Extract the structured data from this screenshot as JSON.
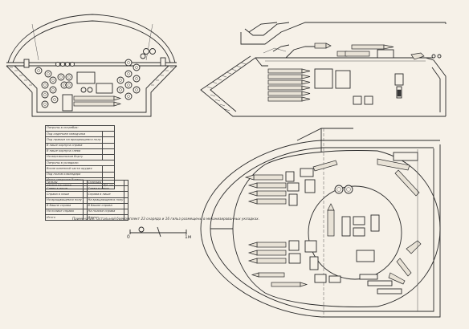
{
  "table_top": {
    "section1": "Патроны в погребах:",
    "rows1": [
      {
        "label": "Под сиденьем наводчика",
        "n": ""
      },
      {
        "label": "Под правым на вращающемся полу",
        "n": ""
      },
      {
        "label": "В нише корпуса справа",
        "n": ""
      },
      {
        "label": "В нише корпуса слева",
        "n": ""
      },
      {
        "label": "На вертикальном борту",
        "n": ""
      }
    ],
    "section2": "Патроны в укладках:",
    "rows2": [
      {
        "label": "Возле казенной части орудия",
        "n": ""
      },
      {
        "label": "Под полом командира",
        "n": ""
      },
      {
        "label": "Итого патронов боевого",
        "n": ""
      },
      {
        "label": "запаса на танке",
        "n": "Р/А шт"
      }
    ]
  },
  "table_bottom": {
    "headers": [
      "Гильзы",
      "",
      "Снаряды",
      ""
    ],
    "rows": [
      [
        "Слева в нише",
        "",
        "Слева в нише",
        ""
      ],
      [
        "Справа в нише",
        "",
        "Справа в нише",
        ""
      ],
      [
        "На вращающемся полу",
        "",
        "На вращающемся полу",
        ""
      ],
      [
        "В башне справа",
        "",
        "В башне справа",
        ""
      ],
      [
        "На полике справа",
        "",
        "На полике справа",
        ""
      ],
      [
        "Итого",
        "",
        "Итого",
        ""
      ]
    ]
  },
  "note": "Примечание: Остальной боекомплект 23 снаряда и 16 гильз размещены в механизированных укладках.",
  "scale": {
    "zero": "0",
    "one": "1м"
  }
}
